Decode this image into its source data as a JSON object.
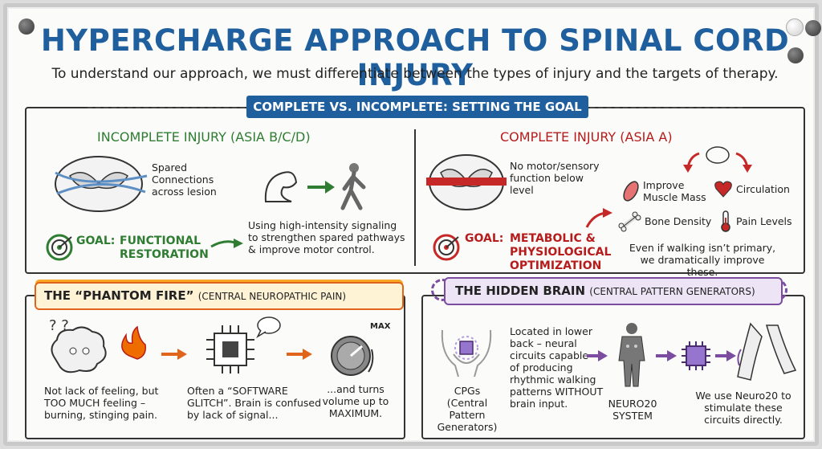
{
  "title": "HYPERCHARGE APPROACH TO SPINAL CORD INJURY",
  "subtitle": "To understand our approach, we must differentiate between the types of injury and the targets of therapy.",
  "section1": {
    "banner": "COMPLETE VS. INCOMPLETE: SETTING THE GOAL",
    "incomplete": {
      "heading": "INCOMPLETE INJURY (ASIA B/C/D)",
      "spared_text": [
        "Spared",
        "Connections",
        "across lesion"
      ],
      "goal_label": "GOAL:",
      "goal_text": [
        "FUNCTIONAL",
        "RESTORATION"
      ],
      "method_text": [
        "Using high-intensity signaling",
        "to strengthen spared pathways",
        "& improve motor control."
      ]
    },
    "complete": {
      "heading": "COMPLETE INJURY (ASIA A)",
      "no_function_text": [
        "No motor/sensory",
        "function below",
        "level"
      ],
      "goal_label": "GOAL:",
      "goal_text": [
        "METABOLIC &",
        "PHYSIOLOGICAL",
        "OPTIMIZATION"
      ],
      "benefits": {
        "muscle": [
          "Improve",
          "Muscle Mass"
        ],
        "circulation": "Circulation",
        "bone": "Bone Density",
        "pain": "Pain Levels"
      },
      "note": [
        "Even if walking isn’t primary,",
        "we dramatically improve these."
      ]
    }
  },
  "section2": {
    "banner_main": "THE “PHANTOM FIRE”",
    "banner_sub": "(CENTRAL NEUROPATHIC PAIN)",
    "col1": [
      "Not lack of feeling, but",
      "TOO MUCH feeling –",
      "burning, stinging pain."
    ],
    "col2": [
      "Often a “SOFTWARE",
      "GLITCH”. Brain is confused",
      "by lack of signal..."
    ],
    "col3": [
      "...and turns",
      "volume up to",
      "MAXIMUM."
    ],
    "knob_label": "MAX",
    "question_marks": "? ?"
  },
  "section3": {
    "banner_main": "THE HIDDEN BRAIN",
    "banner_sub": "(CENTRAL PATTERN GENERATORS)",
    "cpg_label": [
      "CPGs",
      "(Central Pattern",
      "Generators)"
    ],
    "desc": [
      "Located in lower",
      "back – neural",
      "circuits capable",
      "of producing",
      "rhythmic walking",
      "patterns WITHOUT",
      "brain input."
    ],
    "system_label": [
      "NEURO20",
      "SYSTEM"
    ],
    "final_text": [
      "We use Neuro20 to",
      "stimulate these",
      "circuits directly."
    ]
  },
  "colors": {
    "title_blue": "#1f5f9e",
    "green": "#2e7d32",
    "red": "#b71c1c",
    "orange": "#e0641a",
    "purple": "#7b4ca0"
  }
}
